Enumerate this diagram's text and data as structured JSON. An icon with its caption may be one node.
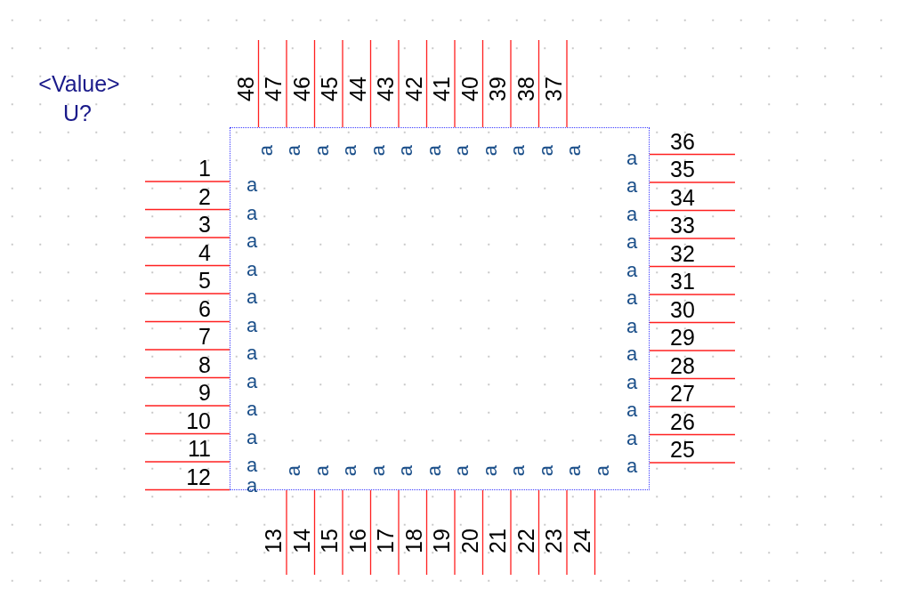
{
  "diagram": {
    "nodes": [
      {
        "text": [
          "a",
          "a",
          "a",
          "a",
          "a",
          "a",
          "a",
          "a",
          "a",
          "a",
          "a",
          "a",
          "a",
          "a",
          "a",
          "a",
          "a",
          "a",
          "a",
          "a",
          "a",
          "a",
          "a",
          "a",
          "a",
          "a",
          "a",
          "a",
          "a",
          "a",
          "a",
          "a",
          "a",
          "a",
          "a",
          "a",
          "a",
          "a",
          "a",
          "a",
          "a",
          "a",
          "a",
          "a",
          "a",
          "a",
          "a",
          "a"
        ]
      }
    ],
    "labels": [
      "<Value>",
      "U?",
      "1",
      "2",
      "3",
      "4",
      "5",
      "6",
      "7",
      "8",
      "9",
      "10",
      "11",
      "12",
      "13",
      "14",
      "15",
      "16",
      "17",
      "18",
      "19",
      "20",
      "21",
      "22",
      "23",
      "24",
      "25",
      "26",
      "27",
      "28",
      "29",
      "30",
      "31",
      "32",
      "33",
      "34",
      "35",
      "36",
      "37",
      "38",
      "39",
      "40",
      "41",
      "42",
      "43",
      "44",
      "45",
      "46",
      "47",
      "48"
    ]
  }
}
